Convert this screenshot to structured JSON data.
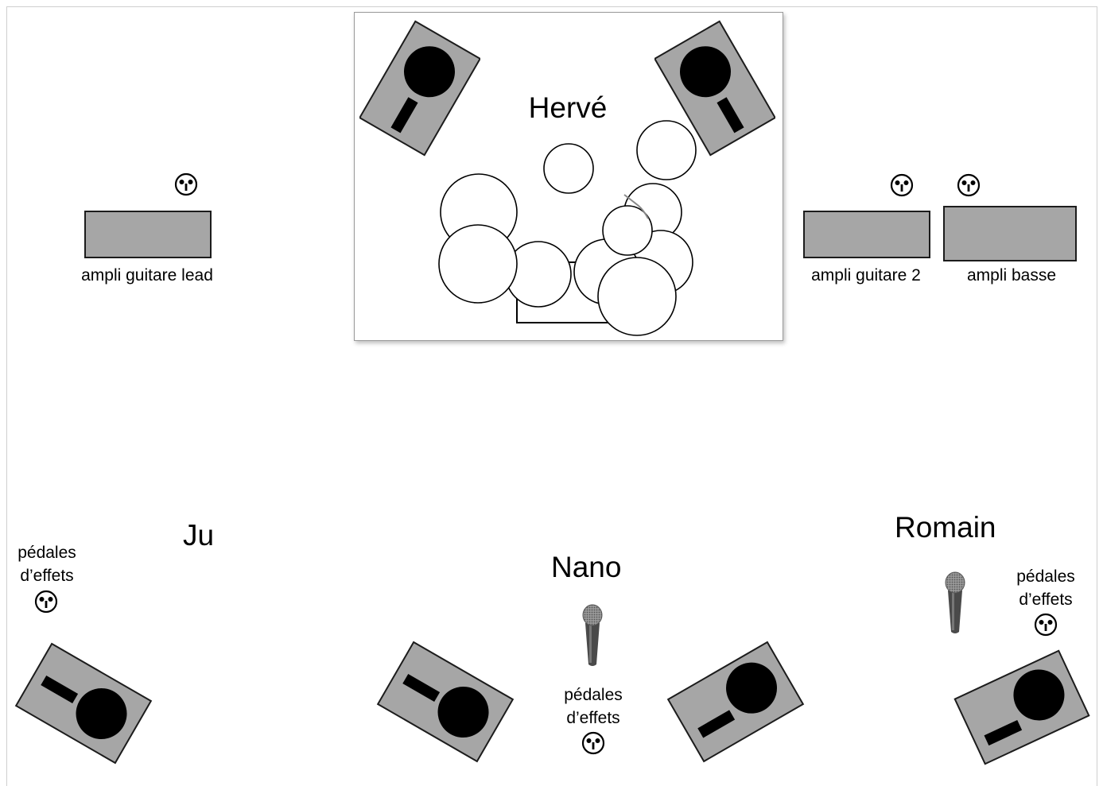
{
  "drummer": {
    "name": "Hervé"
  },
  "amps": {
    "lead": {
      "label": "ampli guitare lead"
    },
    "guitar2": {
      "label": "ampli guitare 2"
    },
    "bass": {
      "label": "ampli basse"
    }
  },
  "musicians": {
    "ju": {
      "name": "Ju",
      "pedals": "pédales\nd’effets"
    },
    "nano": {
      "name": "Nano",
      "pedals": "pédales\nd’effets"
    },
    "romain": {
      "name": "Romain",
      "pedals": "pédales\nd’effets"
    }
  },
  "colors": {
    "wedge": "#a6a6a6",
    "amp": "#a6a6a6",
    "outline": "#1c1c1c",
    "riser_border": "#9a9a9a"
  },
  "icons": {
    "outlet": "power-outlet-icon",
    "mic": "microphone-icon",
    "wedge": "monitor-wedge-icon",
    "drum": "drum-icon"
  }
}
